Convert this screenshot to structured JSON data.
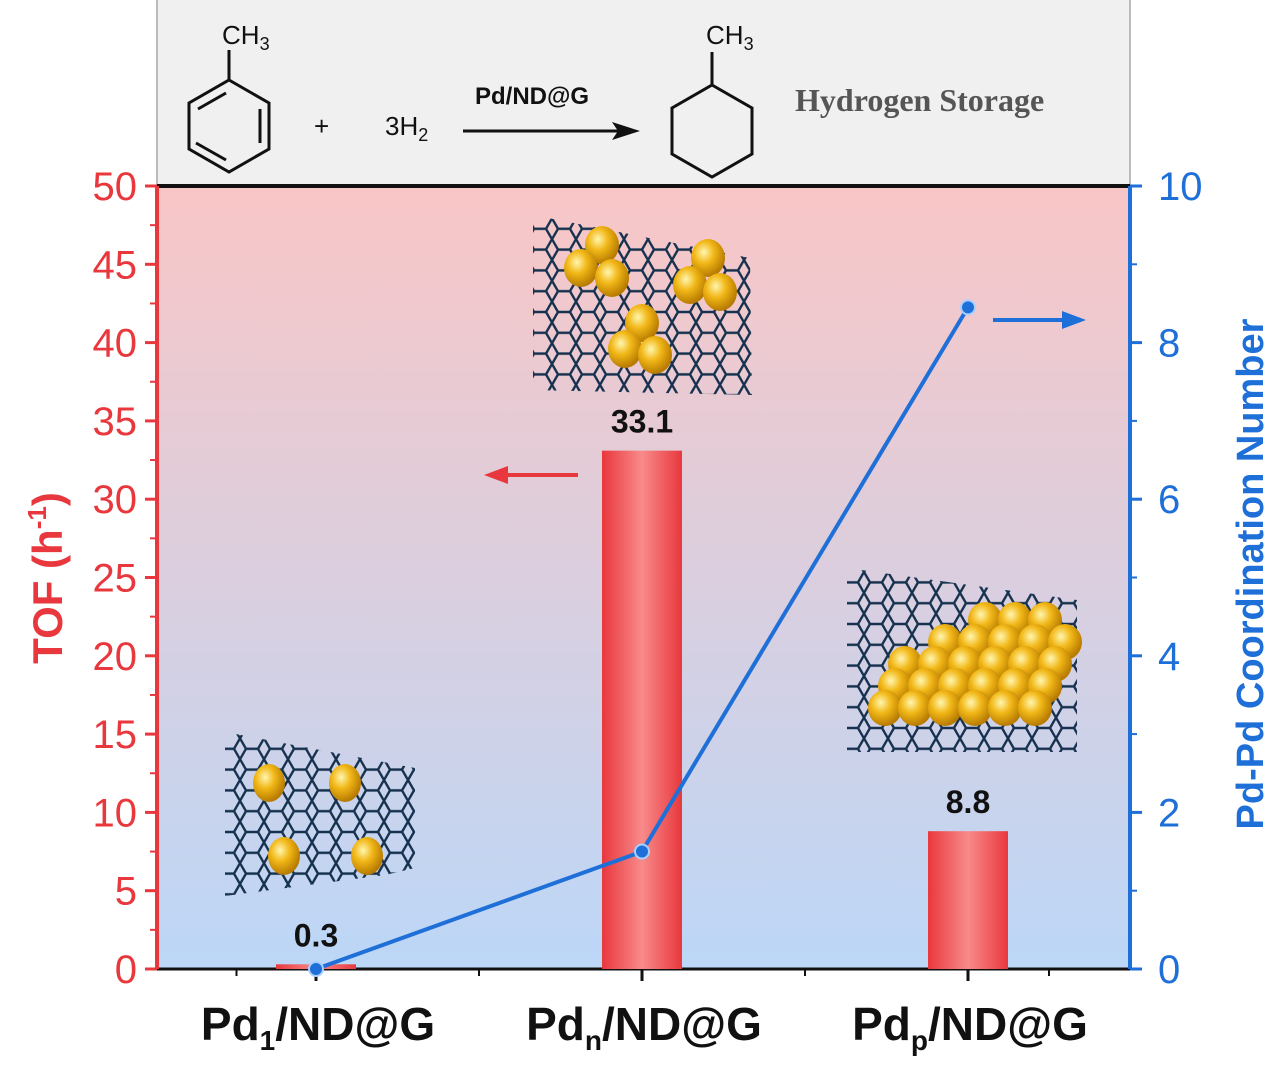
{
  "reaction": {
    "reactant_group": "CH",
    "reactant_group_sub": "3",
    "plus": "+",
    "hydrogen_coef": "3H",
    "hydrogen_sub": "2",
    "catalyst": "Pd/ND@G",
    "product_group": "CH",
    "product_group_sub": "3",
    "caption": "Hydrogen Storage"
  },
  "chart_data": {
    "type": "bar",
    "categories": [
      {
        "main": "Pd",
        "sub": "1",
        "rest": "/ND@G"
      },
      {
        "main": "Pd",
        "sub": "n",
        "rest": "/ND@G"
      },
      {
        "main": "Pd",
        "sub": "p",
        "rest": "/ND@G"
      }
    ],
    "series": [
      {
        "axis": "left",
        "type": "bar",
        "values": [
          0.3,
          33.1,
          8.8
        ],
        "labels": [
          "0.3",
          "33.1",
          "8.8"
        ],
        "color": "#e8383d"
      },
      {
        "axis": "right",
        "type": "line",
        "values": [
          0,
          1.5,
          8.45
        ],
        "color": "#1f6fd8"
      }
    ],
    "y_left": {
      "label": "TOF (h",
      "label_sup": "-1",
      "label_end": ")",
      "range": [
        0,
        50
      ],
      "ticks": [
        "0",
        "5",
        "10",
        "15",
        "20",
        "25",
        "30",
        "35",
        "40",
        "45",
        "50"
      ],
      "color": "#e8383d"
    },
    "y_right": {
      "label": "Pd-Pd Coordination Number",
      "range": [
        0,
        10
      ],
      "ticks": [
        "0",
        "2",
        "4",
        "6",
        "8",
        "10"
      ],
      "color": "#1f6fd8"
    },
    "background_gradient": [
      "#f9c6c6",
      "#bcd7f7"
    ]
  }
}
